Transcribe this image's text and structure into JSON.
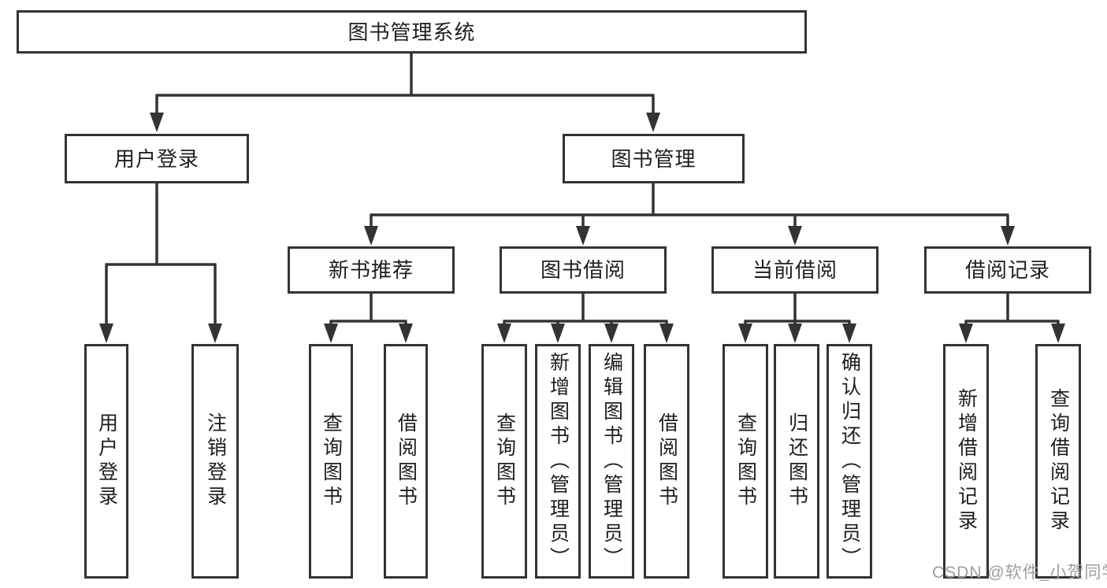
{
  "diagram": {
    "title_node": {
      "label": "图书管理系统"
    },
    "level1": [
      {
        "id": "user-login",
        "label": "用户登录",
        "parent": "图书管理系统"
      },
      {
        "id": "book-management",
        "label": "图书管理",
        "parent": "图书管理系统"
      }
    ],
    "level2": [
      {
        "id": "new-book-recommend",
        "label": "新书推荐",
        "parent": "图书管理"
      },
      {
        "id": "book-borrowing",
        "label": "图书借阅",
        "parent": "图书管理"
      },
      {
        "id": "current-borrowing",
        "label": "当前借阅",
        "parent": "图书管理"
      },
      {
        "id": "borrowing-records",
        "label": "借阅记录",
        "parent": "图书管理"
      }
    ],
    "leaves": [
      {
        "label": "用户登录",
        "parent": "用户登录"
      },
      {
        "label": "注销登录",
        "parent": "用户登录"
      },
      {
        "label": "查询图书",
        "parent": "新书推荐"
      },
      {
        "label": "借阅图书",
        "parent": "新书推荐"
      },
      {
        "label": "查询图书",
        "parent": "图书借阅"
      },
      {
        "label": "新增图书（管理员）",
        "parent": "图书借阅"
      },
      {
        "label": "编辑图书（管理员）",
        "parent": "图书借阅"
      },
      {
        "label": "借阅图书",
        "parent": "图书借阅"
      },
      {
        "label": "查询图书",
        "parent": "当前借阅"
      },
      {
        "label": "归还图书",
        "parent": "当前借阅"
      },
      {
        "label": "确认归还（管理员）",
        "parent": "当前借阅"
      },
      {
        "label": "新增借阅记录",
        "parent": "借阅记录"
      },
      {
        "label": "查询借阅记录",
        "parent": "借阅记录"
      }
    ]
  },
  "watermark": {
    "text": "CSDN @软件_小贺同学"
  },
  "colors": {
    "line": "#333333",
    "box_border": "#333333",
    "text": "#1e1e1e",
    "watermark": "#9e9e9e",
    "background": "#ffffff"
  }
}
